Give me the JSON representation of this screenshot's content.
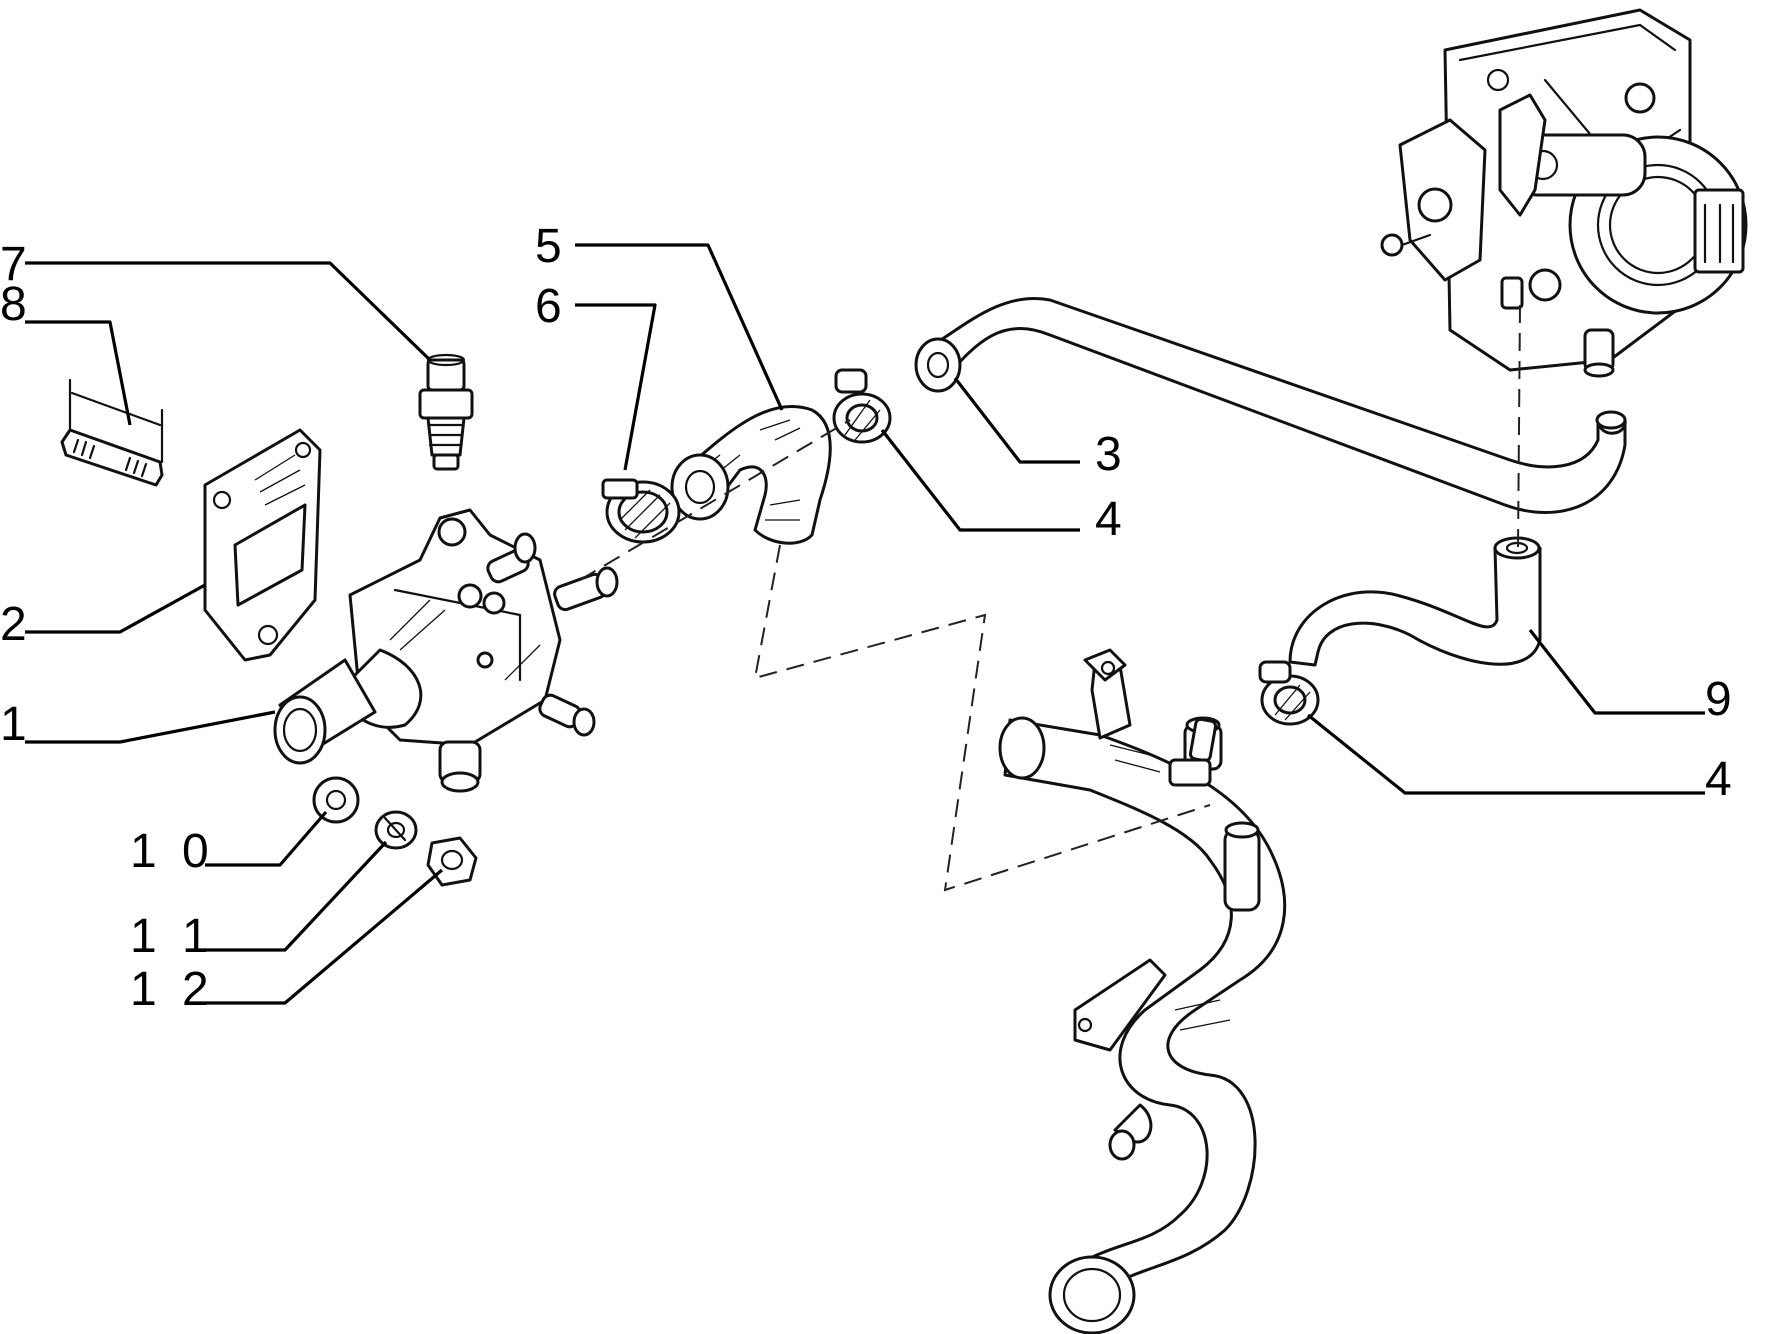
{
  "callouts": {
    "c1": "1",
    "c2": "2",
    "c3": "3",
    "c4a": "4",
    "c4b": "4",
    "c5": "5",
    "c6": "6",
    "c7": "7",
    "c8": "8",
    "c9": "9",
    "c10": "1 0",
    "c11": "1 1",
    "c12": "1 2"
  },
  "colors": {
    "line": "#111111",
    "background": "#ffffff"
  }
}
